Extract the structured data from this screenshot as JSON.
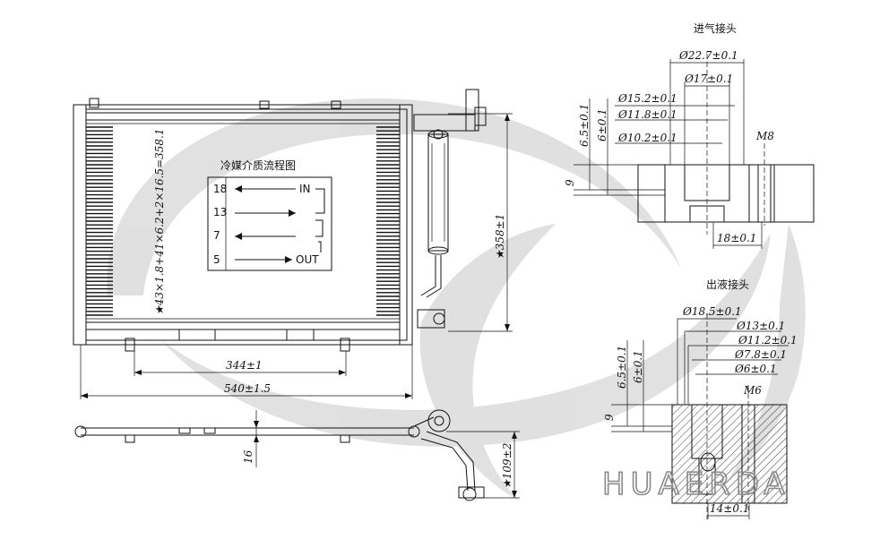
{
  "flow_diagram": {
    "title": "冷媒介质流程图",
    "rows": [
      "18",
      "13",
      "7",
      "5"
    ],
    "in_label": "IN",
    "out_label": "OUT"
  },
  "main_view": {
    "core_spec": "★43×1.8+41×6.2+2×16.5=358.1",
    "width_inner": "344±1",
    "width_overall": "540±1.5",
    "height": "★358±1"
  },
  "side_view": {
    "thickness": "16",
    "offset": "★109±2"
  },
  "inlet_fitting": {
    "title": "进气接头",
    "d1": "Ø22.7±0.1",
    "d2": "Ø17±0.1",
    "d3": "Ø15.2±0.1",
    "d4": "Ø11.8±0.1",
    "d5": "Ø10.2±0.1",
    "h1": "6.5±0.1",
    "h2": "6±0.1",
    "h3": "9",
    "thread": "M8",
    "width": "18±0.1"
  },
  "outlet_fitting": {
    "title": "出液接头",
    "d1": "Ø18.5±0.1",
    "d2": "Ø13±0.1",
    "d3": "Ø11.2±0.1",
    "d4": "Ø7.8±0.1",
    "d5": "Ø6±0.1",
    "h1": "6.5±0.1",
    "h2": "6±0.1",
    "h3": "9",
    "thread": "M6",
    "width": "14±0.1"
  },
  "watermark": {
    "brand": "HUAERDA",
    "color": "#c8c8c8"
  }
}
